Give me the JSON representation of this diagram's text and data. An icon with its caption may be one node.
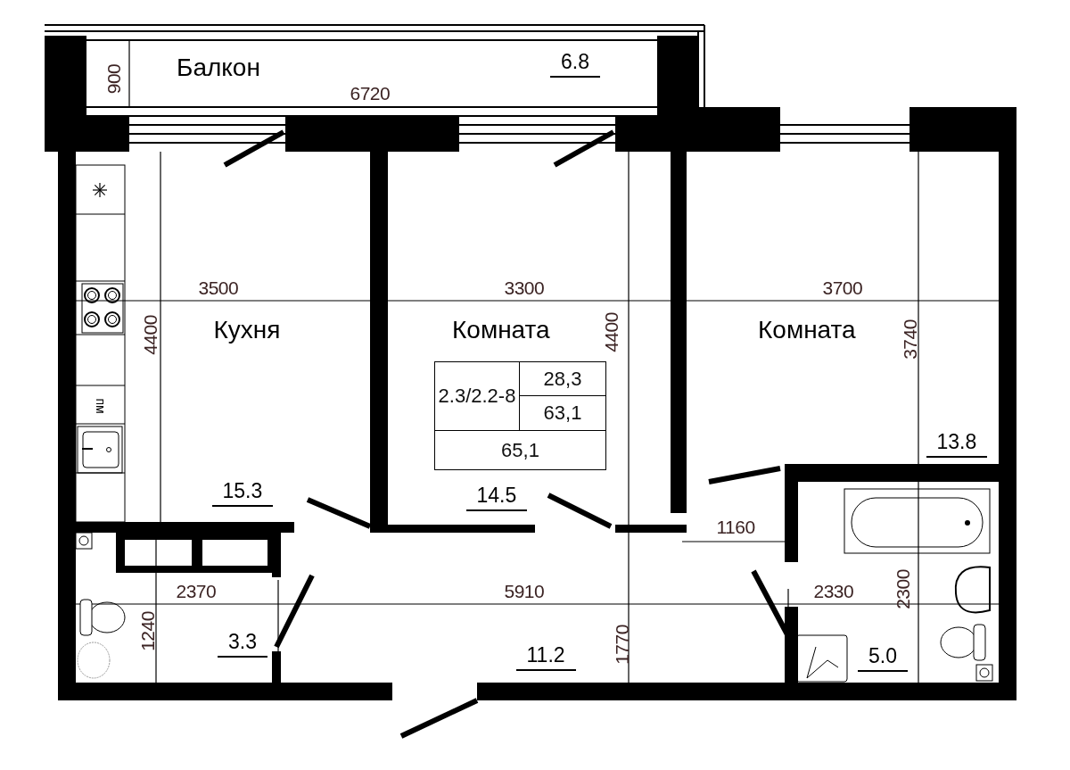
{
  "diagram": {
    "labels": [
      "Балкон",
      "6.8",
      "900",
      "6720",
      "3500",
      "3300",
      "3700",
      "Кухня",
      "4400",
      "Комната",
      "4400",
      "Комната",
      "3740",
      "2.3/2.2-8",
      "28,3",
      "63,1",
      "65,1",
      "пм",
      "13.8",
      "15.3",
      "14.5",
      "1160",
      "2370",
      "5910",
      "2330",
      "2300",
      "1240",
      "3.3",
      "11.2",
      "1770",
      "5.0"
    ]
  }
}
